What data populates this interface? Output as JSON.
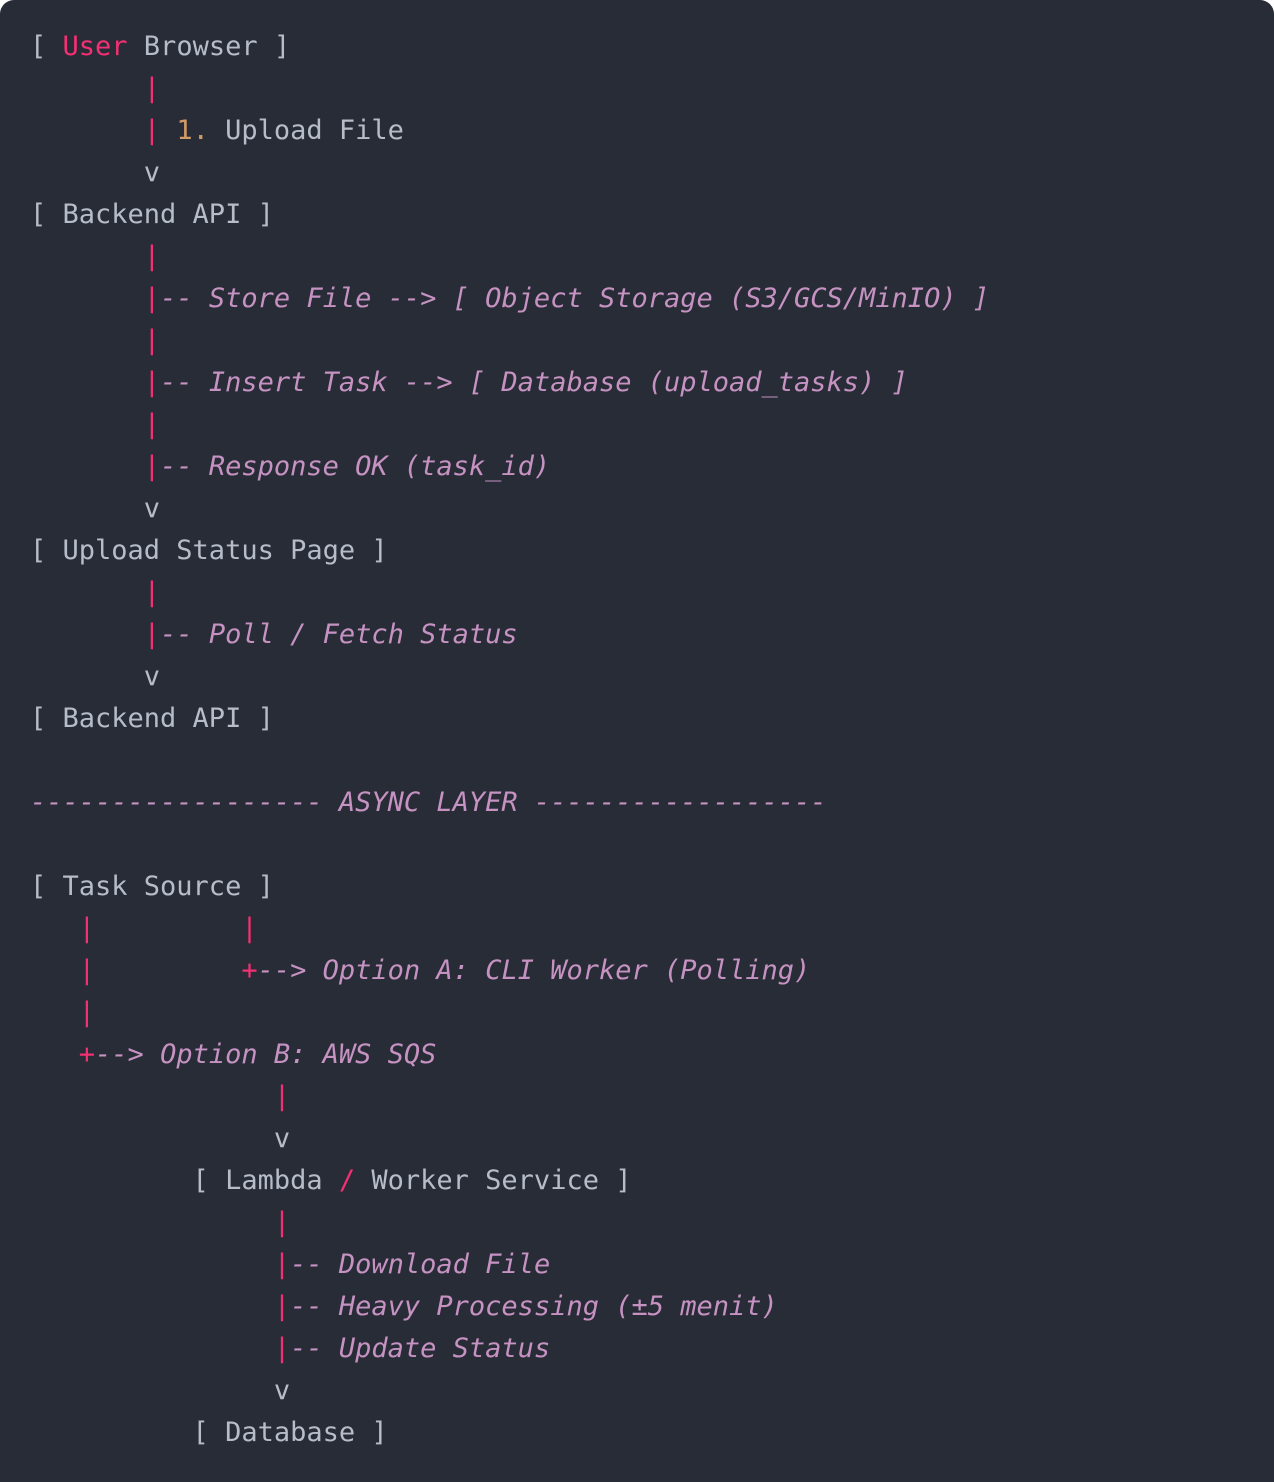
{
  "page": {
    "outer_background": "#ffffff"
  },
  "palette": {
    "background": "#282c37",
    "foreground": "#b6bdc9",
    "pink": "#f42f73",
    "purple": "#c592c2",
    "orange": "#d19a66"
  },
  "code_block": {
    "language_hint": "ascii-architecture-diagram",
    "nodes": [
      "User Browser",
      "Backend API",
      "Object Storage (S3/GCS/MinIO)",
      "Database (upload_tasks)",
      "Upload Status Page",
      "Task Source",
      "Lambda / Worker Service",
      "Database"
    ],
    "section_divider": "ASYNC LAYER",
    "lines": [
      [
        {
          "t": "[ ",
          "c": "fg"
        },
        {
          "t": "User",
          "c": "pink"
        },
        {
          "t": " Browser ]",
          "c": "fg"
        }
      ],
      [
        {
          "t": "       ",
          "c": "fg"
        },
        {
          "t": "|",
          "c": "pink"
        }
      ],
      [
        {
          "t": "       ",
          "c": "fg"
        },
        {
          "t": "|",
          "c": "pink"
        },
        {
          "t": " ",
          "c": "fg"
        },
        {
          "t": "1.",
          "c": "orange"
        },
        {
          "t": " Upload File",
          "c": "fg"
        }
      ],
      [
        {
          "t": "       v",
          "c": "fg"
        }
      ],
      [
        {
          "t": "[ Backend API ]",
          "c": "fg"
        }
      ],
      [
        {
          "t": "       ",
          "c": "fg"
        },
        {
          "t": "|",
          "c": "pink"
        }
      ],
      [
        {
          "t": "       ",
          "c": "fg"
        },
        {
          "t": "|",
          "c": "pink"
        },
        {
          "t": "-- Store File --> [ Object Storage (S3/GCS/MinIO) ]",
          "c": "purple"
        }
      ],
      [
        {
          "t": "       ",
          "c": "fg"
        },
        {
          "t": "|",
          "c": "pink"
        }
      ],
      [
        {
          "t": "       ",
          "c": "fg"
        },
        {
          "t": "|",
          "c": "pink"
        },
        {
          "t": "-- Insert Task --> [ Database (upload_tasks) ]",
          "c": "purple"
        }
      ],
      [
        {
          "t": "       ",
          "c": "fg"
        },
        {
          "t": "|",
          "c": "pink"
        }
      ],
      [
        {
          "t": "       ",
          "c": "fg"
        },
        {
          "t": "|",
          "c": "pink"
        },
        {
          "t": "-- Response OK (task_id)",
          "c": "purple"
        }
      ],
      [
        {
          "t": "       v",
          "c": "fg"
        }
      ],
      [
        {
          "t": "[ Upload Status Page ]",
          "c": "fg"
        }
      ],
      [
        {
          "t": "       ",
          "c": "fg"
        },
        {
          "t": "|",
          "c": "pink"
        }
      ],
      [
        {
          "t": "       ",
          "c": "fg"
        },
        {
          "t": "|",
          "c": "pink"
        },
        {
          "t": "-- Poll / Fetch Status",
          "c": "purple"
        }
      ],
      [
        {
          "t": "       v",
          "c": "fg"
        }
      ],
      [
        {
          "t": "[ Backend API ]",
          "c": "fg"
        }
      ],
      [],
      [
        {
          "t": "------------------ ASYNC LAYER ------------------",
          "c": "purple"
        }
      ],
      [],
      [
        {
          "t": "[ Task Source ]",
          "c": "fg"
        }
      ],
      [
        {
          "t": "   ",
          "c": "fg"
        },
        {
          "t": "|",
          "c": "pinki"
        },
        {
          "t": "         ",
          "c": "fg"
        },
        {
          "t": "|",
          "c": "pinki"
        }
      ],
      [
        {
          "t": "   ",
          "c": "fg"
        },
        {
          "t": "|",
          "c": "pinki"
        },
        {
          "t": "         ",
          "c": "fg"
        },
        {
          "t": "+",
          "c": "pinki"
        },
        {
          "t": "--> Option A: CLI Worker (Polling)",
          "c": "purple"
        }
      ],
      [
        {
          "t": "   ",
          "c": "fg"
        },
        {
          "t": "|",
          "c": "pinki"
        }
      ],
      [
        {
          "t": "   ",
          "c": "fg"
        },
        {
          "t": "+",
          "c": "pinki"
        },
        {
          "t": "--> Option B: AWS SQS",
          "c": "purple"
        }
      ],
      [
        {
          "t": "               ",
          "c": "fg"
        },
        {
          "t": "|",
          "c": "pinki"
        }
      ],
      [
        {
          "t": "               v",
          "c": "fg"
        }
      ],
      [
        {
          "t": "          [ Lambda ",
          "c": "fg"
        },
        {
          "t": "/",
          "c": "pink"
        },
        {
          "t": " Worker Service ]",
          "c": "fg"
        }
      ],
      [
        {
          "t": "               ",
          "c": "fg"
        },
        {
          "t": "|",
          "c": "pinki"
        }
      ],
      [
        {
          "t": "               ",
          "c": "fg"
        },
        {
          "t": "|",
          "c": "pinki"
        },
        {
          "t": "-- Download File",
          "c": "purple"
        }
      ],
      [
        {
          "t": "               ",
          "c": "fg"
        },
        {
          "t": "|",
          "c": "pinki"
        },
        {
          "t": "-- Heavy Processing (±5 menit)",
          "c": "purple"
        }
      ],
      [
        {
          "t": "               ",
          "c": "fg"
        },
        {
          "t": "|",
          "c": "pinki"
        },
        {
          "t": "-- Update Status",
          "c": "purple"
        }
      ],
      [
        {
          "t": "               v",
          "c": "fg"
        }
      ],
      [
        {
          "t": "          [ Database ]",
          "c": "fg"
        }
      ]
    ]
  }
}
